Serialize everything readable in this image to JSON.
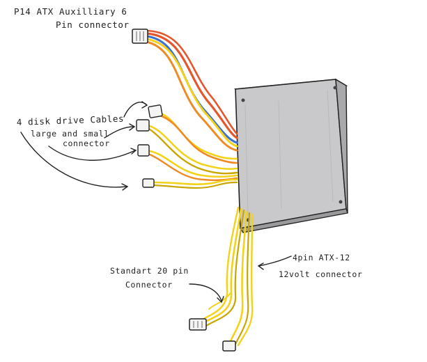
{
  "labels": {
    "aux_line1": "P14 ATX Auxilliary 6",
    "aux_line2": "Pin connector",
    "disk_line1": "4 disk drive Cables",
    "disk_line2": "large and small",
    "disk_line3": "connector",
    "std_line1": "Standart 20 pin",
    "std_line2": "Connector",
    "atx_line1": "4pin ATX-12",
    "atx_line2": "12volt connector"
  },
  "colors": {
    "psu_front": "#c9c9cb",
    "psu_side": "#a9a9ac",
    "psu_top": "#dadadc",
    "wire_red": "#e4572e",
    "wire_orange": "#f08a24",
    "wire_blue": "#3a6fd8",
    "wire_yellow": "#f2d21b",
    "wire_dark_yellow": "#c9a600",
    "ink": "#222222"
  }
}
